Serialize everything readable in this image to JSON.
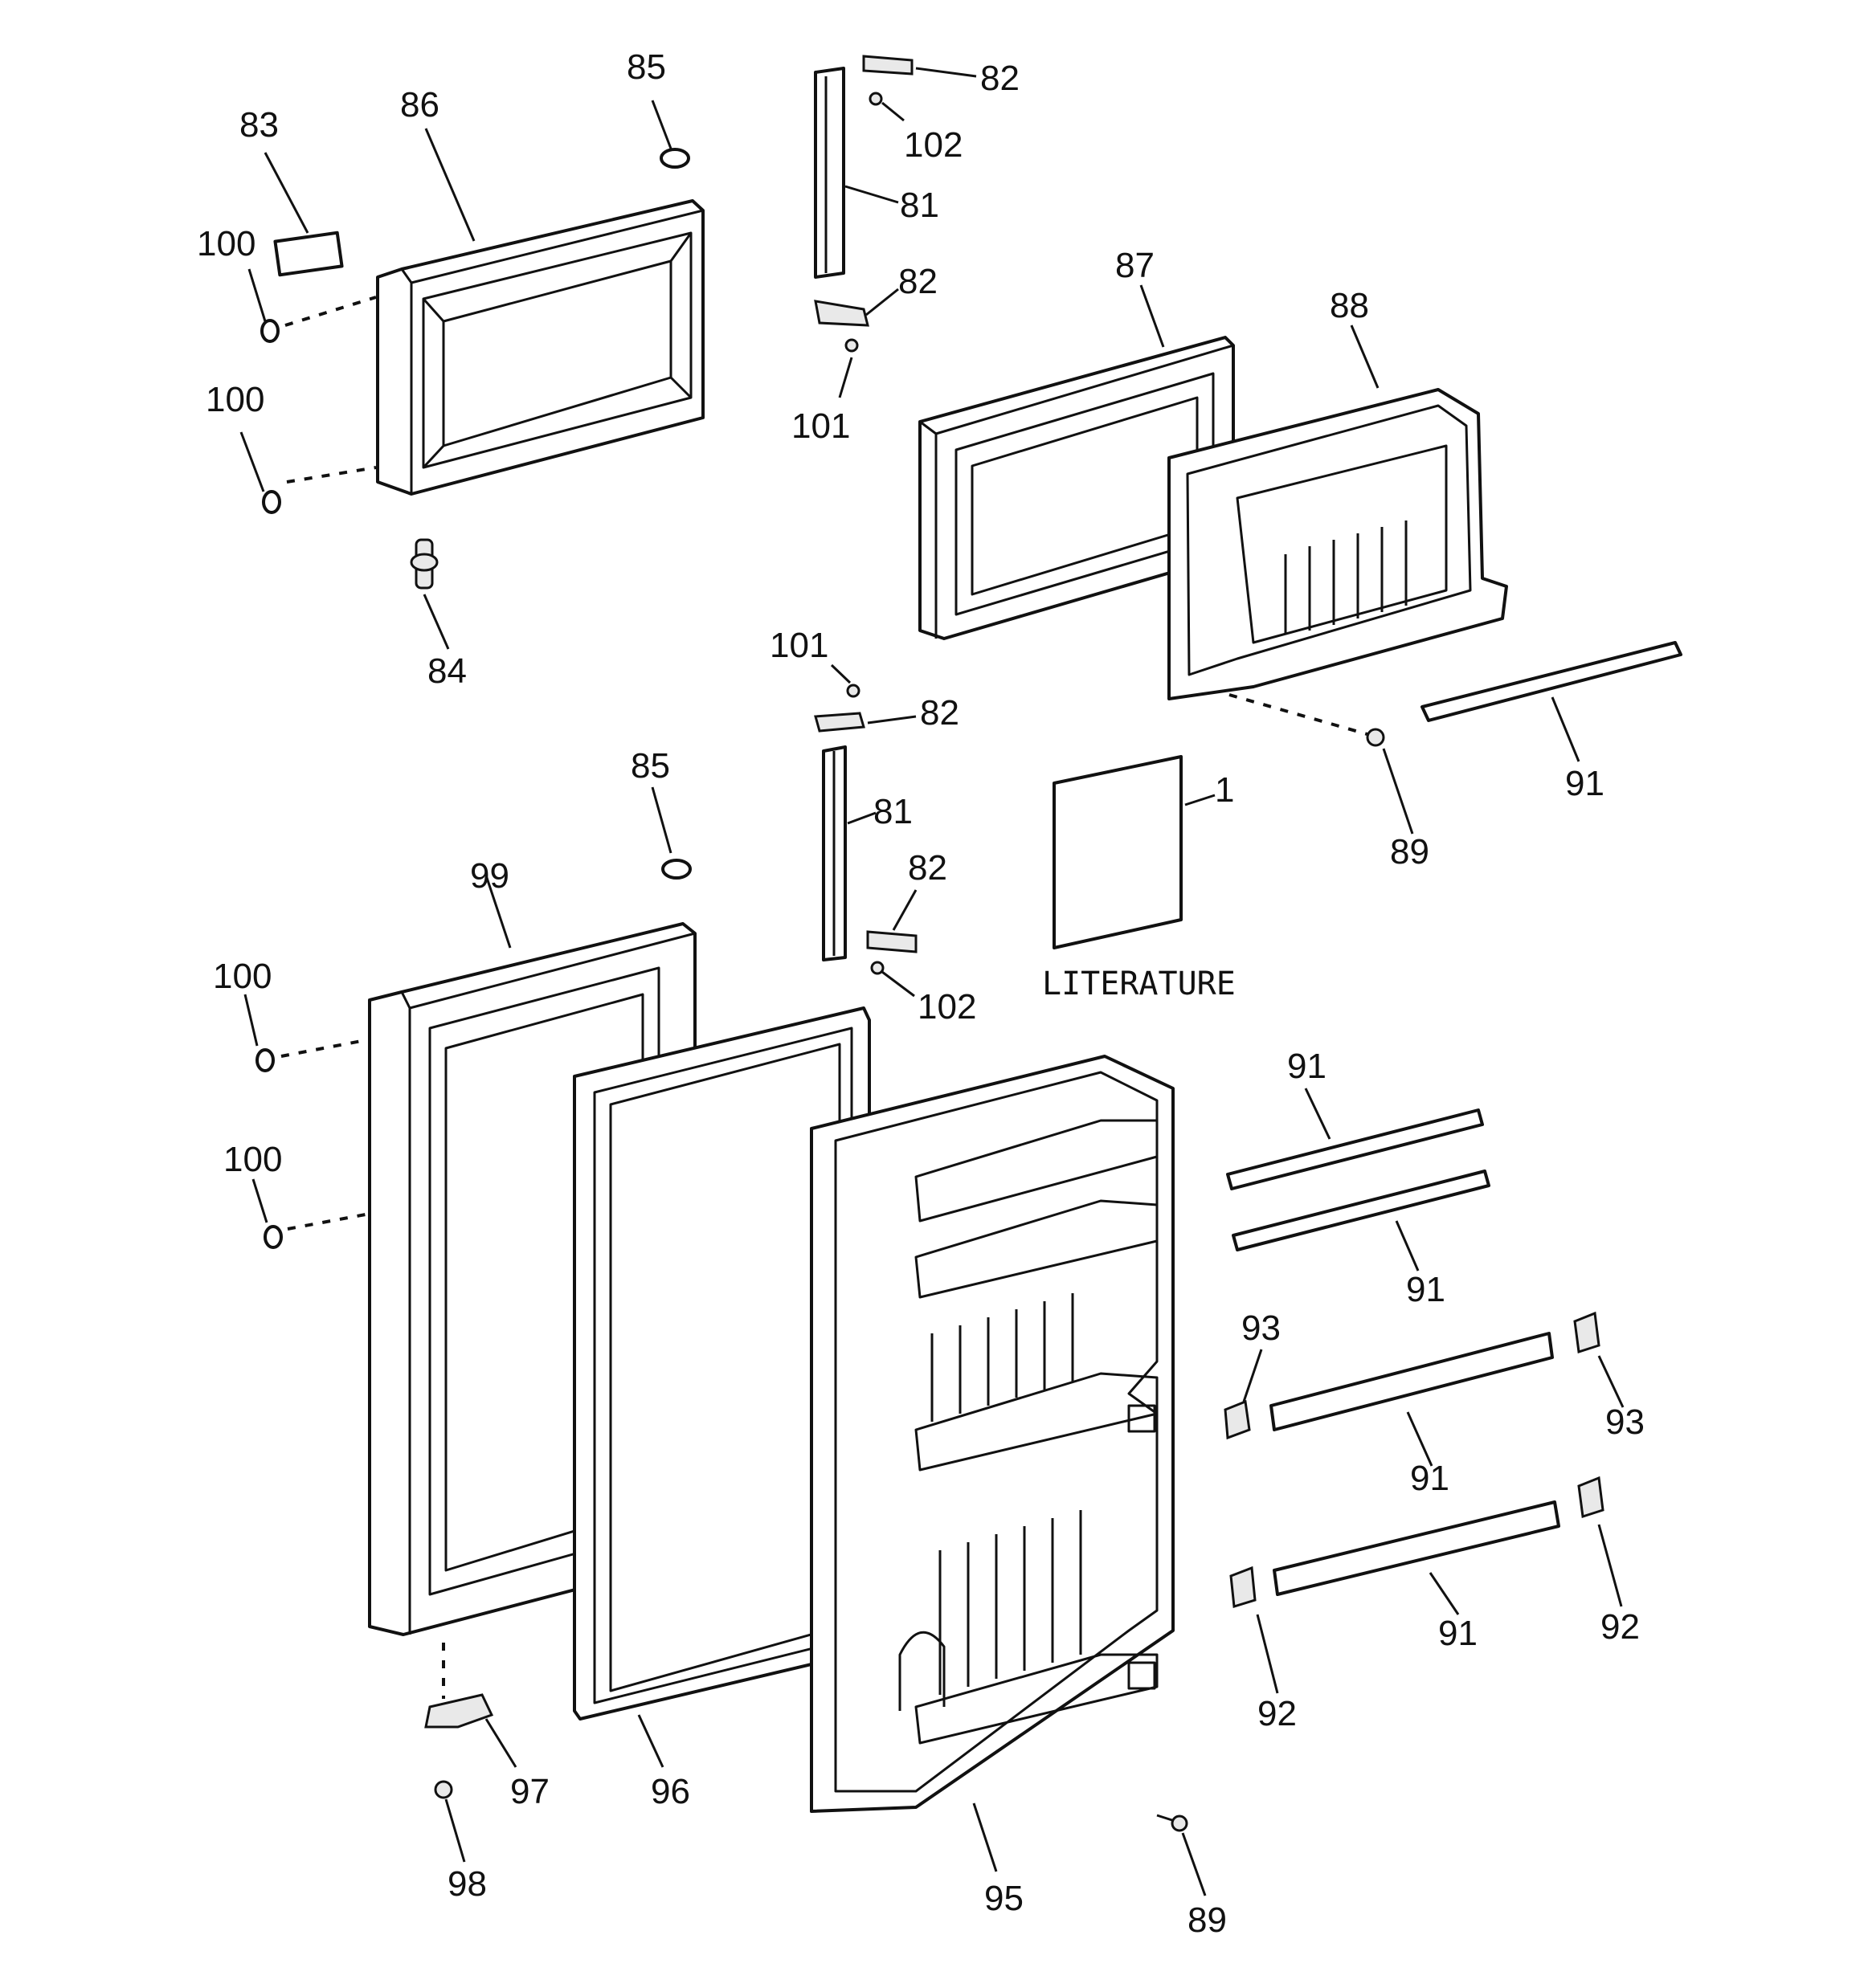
{
  "diagram": {
    "literature_label": "LITERATURE",
    "callouts": [
      {
        "id": "c83",
        "text": "83"
      },
      {
        "id": "c86",
        "text": "86"
      },
      {
        "id": "c85a",
        "text": "85"
      },
      {
        "id": "c100a",
        "text": "100"
      },
      {
        "id": "c100b",
        "text": "100"
      },
      {
        "id": "c84",
        "text": "84"
      },
      {
        "id": "c82a",
        "text": "82"
      },
      {
        "id": "c102a",
        "text": "102"
      },
      {
        "id": "c81a",
        "text": "81"
      },
      {
        "id": "c82b",
        "text": "82"
      },
      {
        "id": "c101a",
        "text": "101"
      },
      {
        "id": "c87",
        "text": "87"
      },
      {
        "id": "c88",
        "text": "88"
      },
      {
        "id": "c101b",
        "text": "101"
      },
      {
        "id": "c82c",
        "text": "82"
      },
      {
        "id": "c81b",
        "text": "81"
      },
      {
        "id": "c82d",
        "text": "82"
      },
      {
        "id": "c102b",
        "text": "102"
      },
      {
        "id": "c1",
        "text": "1"
      },
      {
        "id": "c89a",
        "text": "89"
      },
      {
        "id": "c91a",
        "text": "91"
      },
      {
        "id": "c85b",
        "text": "85"
      },
      {
        "id": "c99",
        "text": "99"
      },
      {
        "id": "c100c",
        "text": "100"
      },
      {
        "id": "c100d",
        "text": "100"
      },
      {
        "id": "c91b",
        "text": "91"
      },
      {
        "id": "c91c",
        "text": "91"
      },
      {
        "id": "c93a",
        "text": "93"
      },
      {
        "id": "c93b",
        "text": "93"
      },
      {
        "id": "c91d",
        "text": "91"
      },
      {
        "id": "c91e",
        "text": "91"
      },
      {
        "id": "c92a",
        "text": "92"
      },
      {
        "id": "c92b",
        "text": "92"
      },
      {
        "id": "c97",
        "text": "97"
      },
      {
        "id": "c98",
        "text": "98"
      },
      {
        "id": "c96",
        "text": "96"
      },
      {
        "id": "c95",
        "text": "95"
      },
      {
        "id": "c89b",
        "text": "89"
      }
    ]
  }
}
